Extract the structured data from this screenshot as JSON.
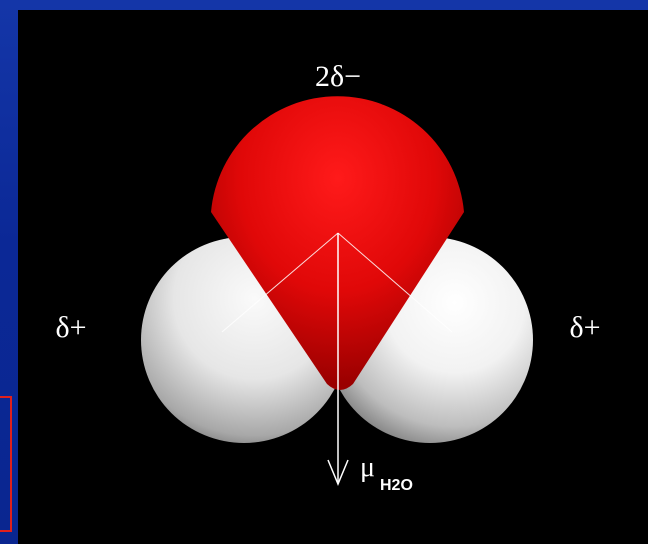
{
  "labels": {
    "oxygen_charge": "2δ−",
    "left_hydrogen_charge": "δ+",
    "right_hydrogen_charge": "δ+",
    "dipole_symbol": "μ",
    "dipole_subscript": "H2O"
  },
  "colors": {
    "slide_background": "#0b2896",
    "panel_background": "#000000",
    "oxygen": "#e01010",
    "hydrogen": "#ffffff",
    "frame_accent": "#e0201c"
  }
}
